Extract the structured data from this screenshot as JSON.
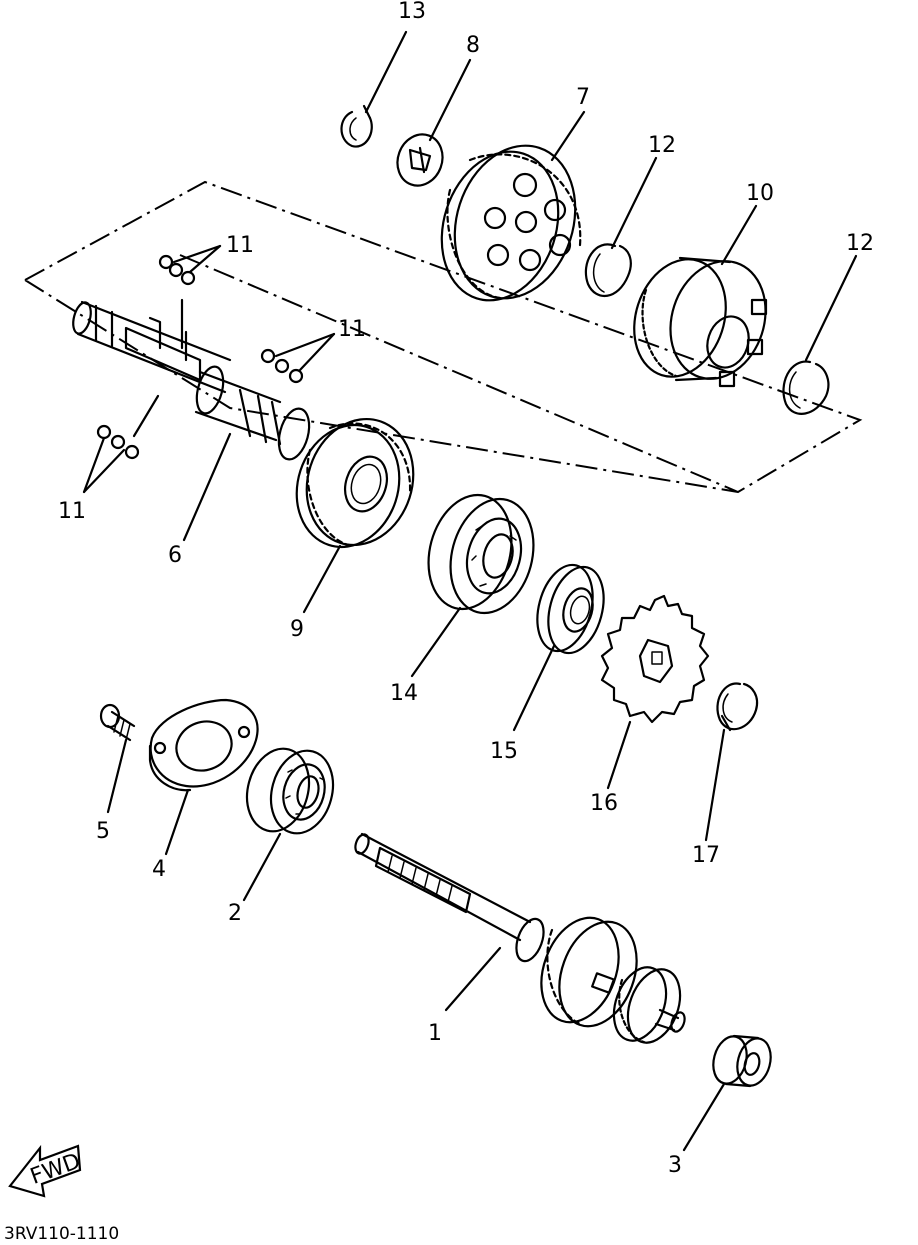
{
  "diagram": {
    "labels": {
      "l1": "1",
      "l2": "2",
      "l3": "3",
      "l4": "4",
      "l5": "5",
      "l6": "6",
      "l7": "7",
      "l8": "8",
      "l9": "9",
      "l10": "10",
      "l11a": "11",
      "l11b": "11",
      "l11c": "11",
      "l12a": "12",
      "l12b": "12",
      "l13": "13",
      "l14": "14",
      "l15": "15",
      "l16": "16",
      "l17": "17"
    },
    "fwd": "FWD",
    "code": "3RV110-1110"
  }
}
